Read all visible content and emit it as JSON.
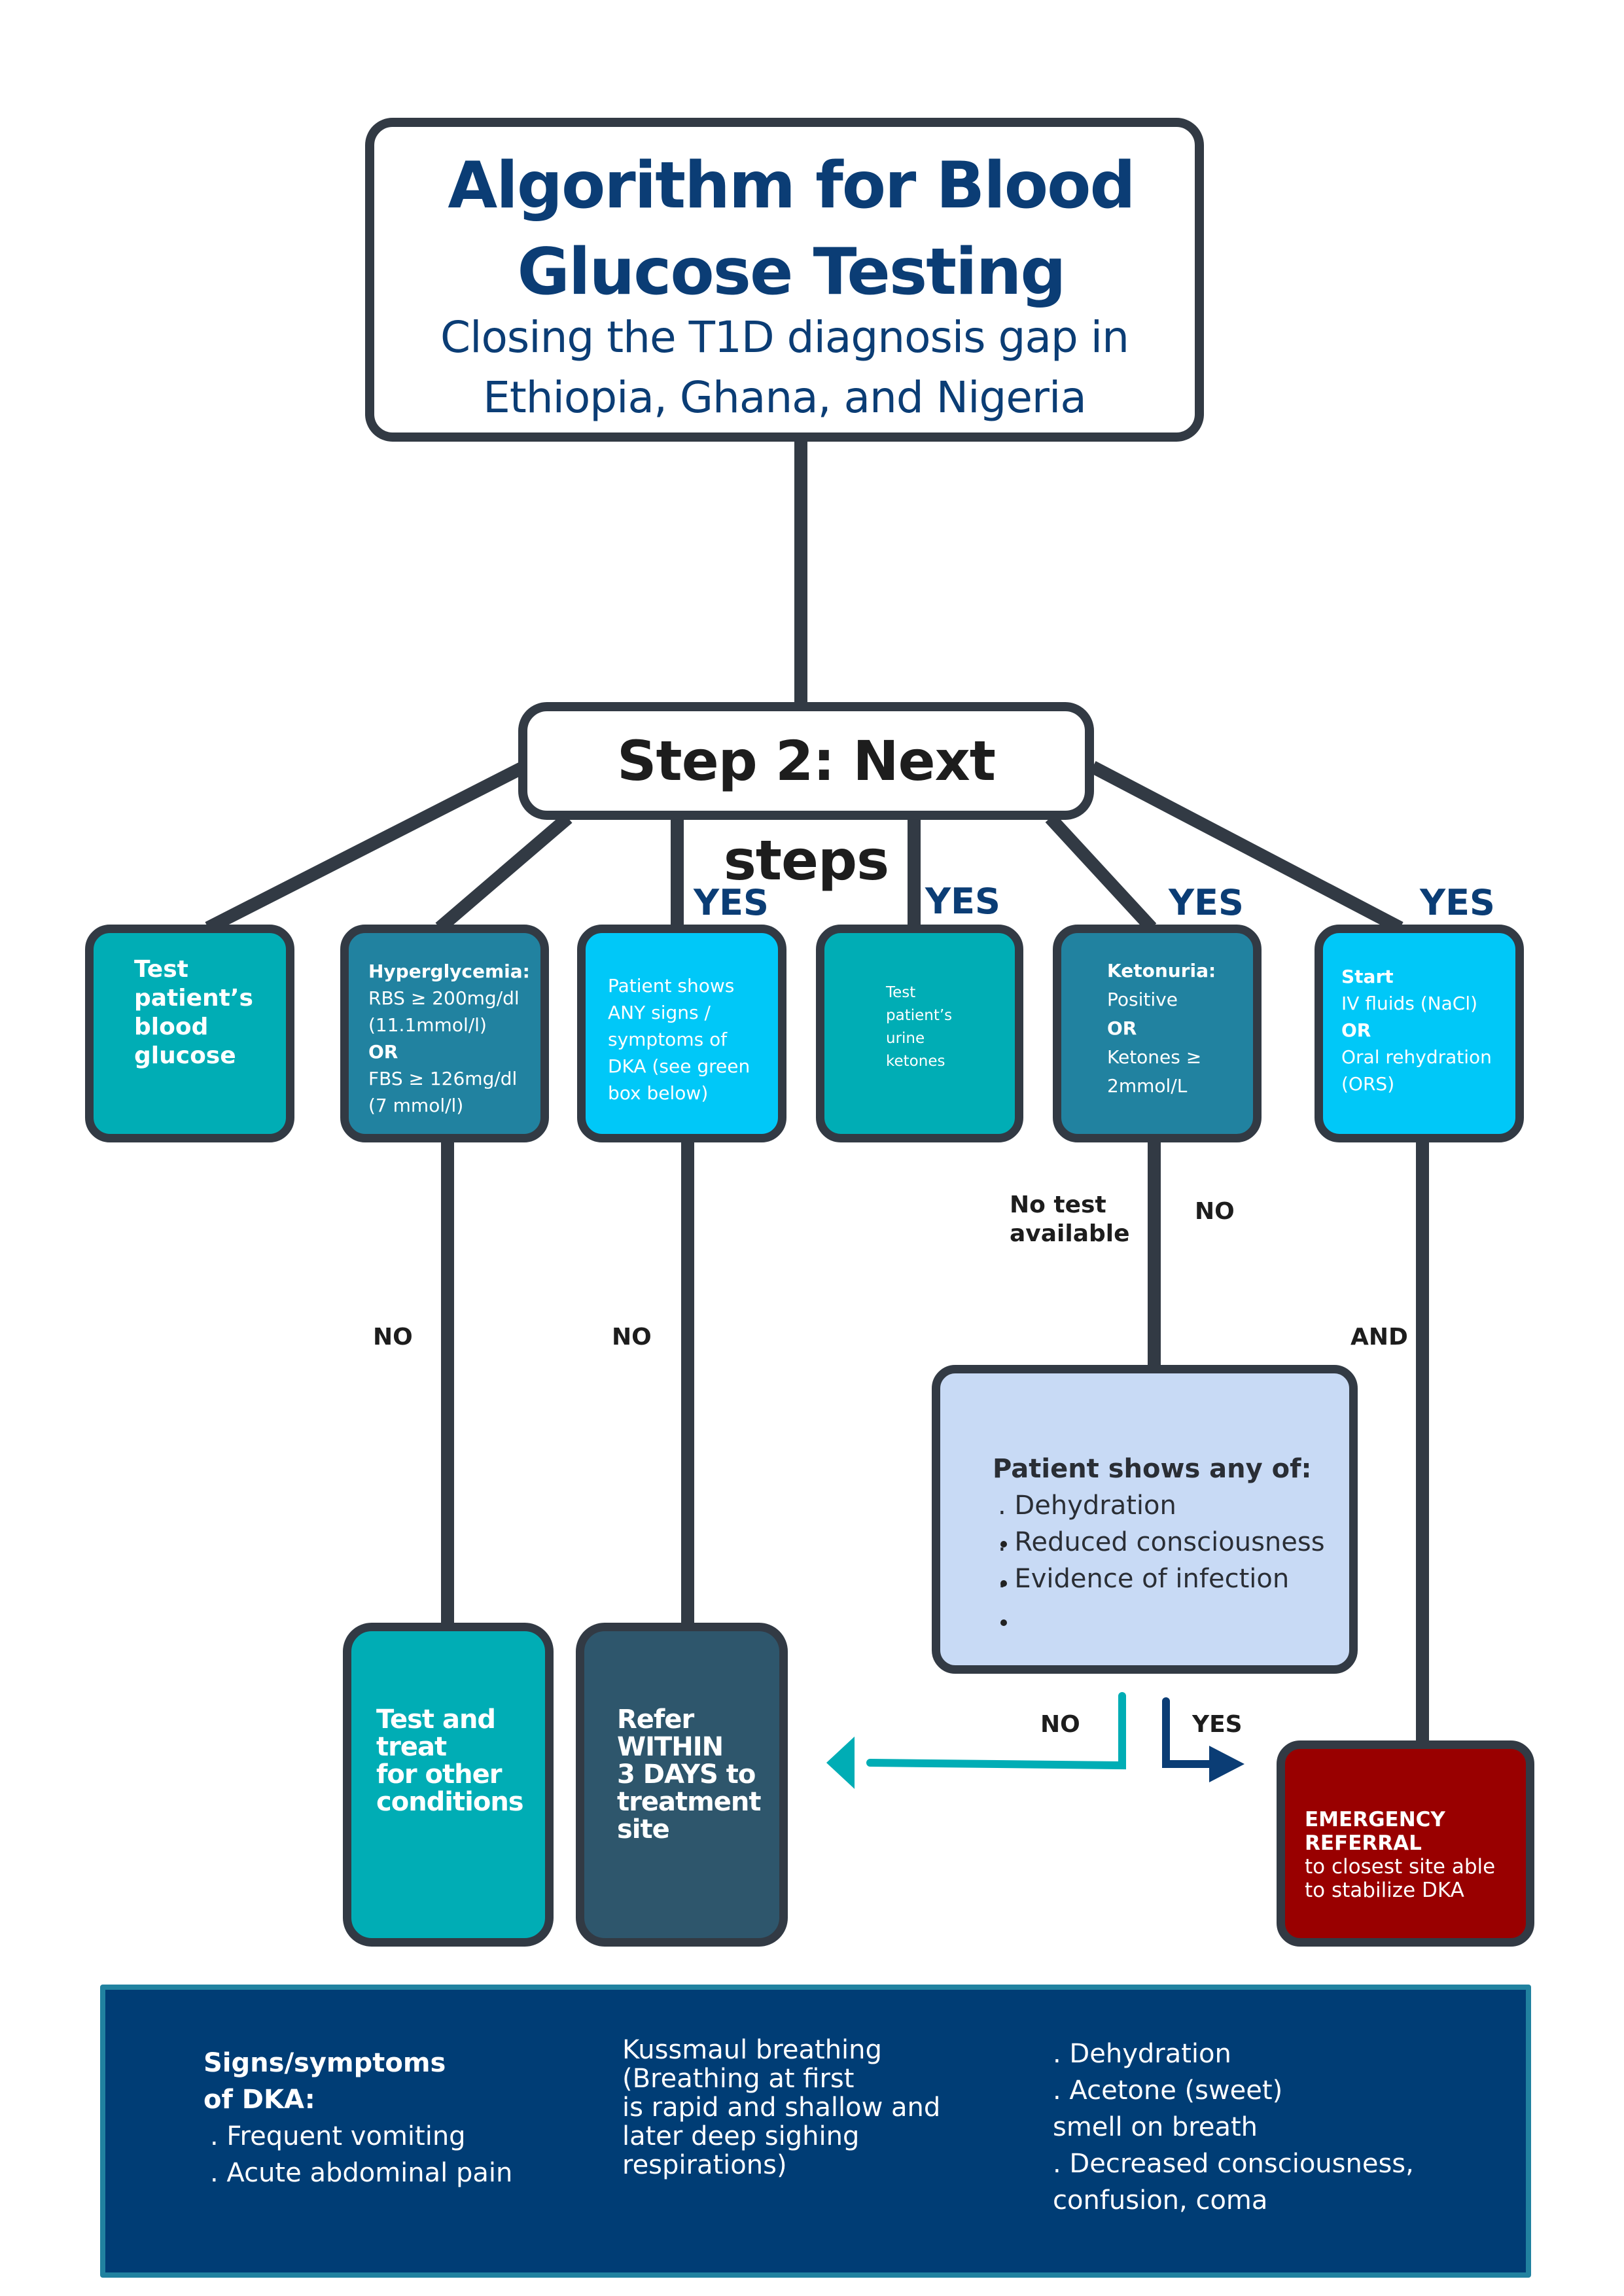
{
  "title": {
    "line1": "Algorithm for Blood",
    "line2": "Glucose Testing",
    "subtitle1": "Closing the T1D diagnosis gap in",
    "subtitle2": "Ethiopia, Ghana, and Nigeria"
  },
  "step": {
    "label": "Step 2: Next steps"
  },
  "colors": {
    "outline": "#323a44",
    "navy": "#0b3d75",
    "teal": "#00adb5",
    "steel_blue": "#2182a0",
    "cyan": "#00c8f8",
    "slate": "#2e566c",
    "light_blue": "#c8daf5",
    "emergency_red": "#990000",
    "panel_navy": "#003d75"
  },
  "row_boxes": [
    {
      "lines": [
        "Test",
        "patient’s",
        "blood",
        "glucose"
      ]
    },
    {
      "lines": [
        "Hyperglycemia:",
        "RBS ≥ 200mg/dl",
        "(11.1mmol/l)",
        "OR",
        "FBS ≥ 126mg/dl",
        "(7 mmol/l)"
      ]
    },
    {
      "lines": [
        "Patient shows",
        "ANY signs /",
        "symptoms of",
        "DKA (see green",
        "box below)"
      ]
    },
    {
      "lines": [
        "Test",
        "patient’s",
        "urine",
        "ketones"
      ]
    },
    {
      "lines": [
        "Ketonuria:",
        "Positive",
        "OR",
        "Ketones ≥",
        "2mmol/L"
      ]
    },
    {
      "lines": [
        "Start",
        "IV fluids (NaCl)",
        "OR",
        "Oral rehydration",
        "(ORS)"
      ]
    }
  ],
  "edge_labels": {
    "yes_1": "YES",
    "yes_2": "YES",
    "yes_3": "YES",
    "yes_4": "YES",
    "no_hyper": "NO",
    "no_signs": "NO",
    "no_test_line1": "No test",
    "no_test_line2": "available",
    "no_ketonuria": "NO",
    "and": "AND",
    "no_dka": "NO",
    "yes_dka": "YES"
  },
  "dka_check": {
    "heading": "Patient shows any of:",
    "items": [
      ". Dehydration",
      ". Reduced consciousness",
      ". Evidence of infection"
    ]
  },
  "outcomes": {
    "test_treat": [
      "Test and",
      "treat",
      "for other",
      "conditions"
    ],
    "refer": [
      "Refer",
      "WITHIN",
      "3 DAYS to",
      "treatment",
      "site"
    ],
    "emergency": {
      "heading1": "EMERGENCY",
      "heading2": "REFERRAL",
      "line1": "to closest site able",
      "line2": "to stabilize DKA"
    }
  },
  "dka_panel": {
    "heading1": "Signs/symptoms",
    "heading2": "of DKA:",
    "col1_items": [
      ". Frequent vomiting",
      ". Acute abdominal pain"
    ],
    "col2_lines": [
      "Kussmaul breathing",
      "(Breathing at first",
      "is rapid and shallow and",
      "later deep sighing",
      "respirations)"
    ],
    "col3_lines": [
      ". Dehydration",
      ". Acetone (sweet)",
      "smell on breath",
      ". Decreased consciousness,",
      "confusion, coma"
    ]
  }
}
